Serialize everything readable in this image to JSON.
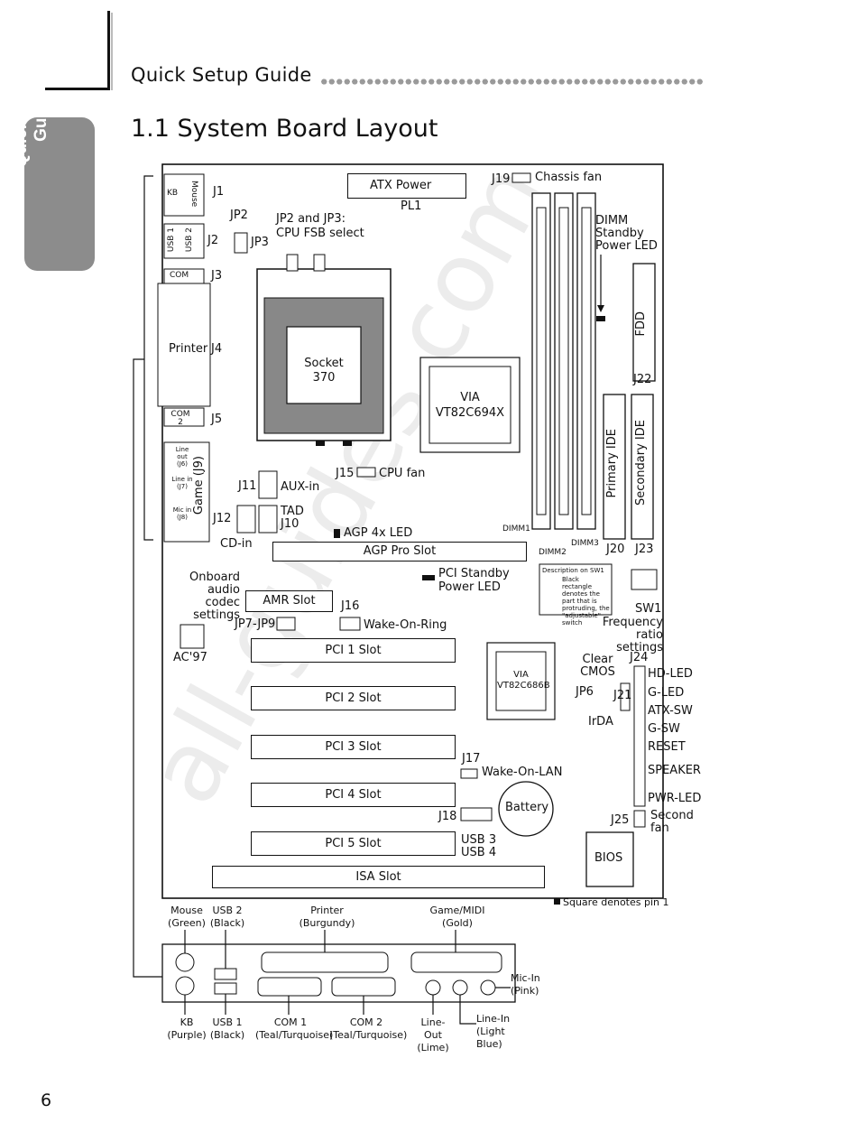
{
  "header": {
    "section": "Quick Setup Guide",
    "title": "1.1  System Board Layout",
    "side_tab": [
      "Quick Setup",
      "Guide"
    ],
    "page_number": "6",
    "watermark": "all-guides.com"
  },
  "board": {
    "atx_power": "ATX Power",
    "pl1": "PL1",
    "j19": "J19",
    "chassis_fan": "Chassis fan",
    "kb": "KB",
    "mouse": "Mouse",
    "j1": "J1",
    "usb1": "USB 1",
    "usb2": "USB 2",
    "j2": "J2",
    "jp2": "JP2",
    "jp3": "JP3",
    "jp2_jp3": "JP2 and JP3:",
    "cpu_fsb": "CPU FSB select",
    "com": "COM",
    "j3": "J3",
    "printer": "Printer",
    "j4": "J4",
    "com2": "COM 2",
    "j5": "J5",
    "socket": "Socket 370",
    "via1": "VIA VT82C694X",
    "dimm_led": "DIMM Standby Power LED",
    "fdd": "FDD",
    "j22": "J22",
    "lineout": "Line out (J6)",
    "linein": "Line in (J7)",
    "mic": "Mic in (J8)",
    "game": "Game (J9)",
    "j11": "J11",
    "auxin": "AUX-in",
    "j15": "J15",
    "cpufan": "CPU fan",
    "j12": "J12",
    "tad": "TAD",
    "j10": "J10",
    "cdin": "CD-in",
    "agp_led": "AGP 4x LED",
    "agp_slot": "AGP Pro Slot",
    "primary_ide": "Primary IDE",
    "secondary_ide": "Secondary IDE",
    "dimm1": "DIMM1",
    "dimm2": "DIMM2",
    "dimm3": "DIMM3",
    "j20": "J20",
    "j23": "J23",
    "onboard": "Onboard audio codec settings",
    "amr": "AMR Slot",
    "pci_led": "PCI Standby Power LED",
    "j16": "J16",
    "wor": "Wake-On-Ring",
    "jp79": "JP7-JP9",
    "ac97": "AC'97",
    "sw1_desc": "Description on SW1",
    "sw1_note": "Black rectangle denotes the part that is protruding, the \"adjustable\" switch",
    "sw1": "SW1",
    "freq": "Frequency ratio settings",
    "pci1": "PCI 1 Slot",
    "pci2": "PCI 2 Slot",
    "pci3": "PCI 3 Slot",
    "pci4": "PCI 4 Slot",
    "pci5": "PCI 5 Slot",
    "isa": "ISA Slot",
    "via2": "VIA VT82C686B",
    "clear_cmos": "Clear CMOS",
    "jp6": "JP6",
    "j21": "J21",
    "irda": "IrDA",
    "j24": "J24",
    "hdled": "HD-LED",
    "gled": "G-LED",
    "atxsw": "ATX-SW",
    "gsw": "G-SW",
    "reset": "RESET",
    "speaker": "SPEAKER",
    "pwrled": "PWR-LED",
    "j17": "J17",
    "wol": "Wake-On-LAN",
    "j18": "J18",
    "battery": "Battery",
    "usb34": "USB 3 USB 4",
    "j25": "J25",
    "second_fan": "Second fan",
    "bios": "BIOS",
    "pin1": "Square denotes pin 1"
  },
  "rear": {
    "mouse": "Mouse (Green)",
    "usb2": "USB 2 (Black)",
    "printer": "Printer (Burgundy)",
    "game": "Game/MIDI (Gold)",
    "kb": "KB (Purple)",
    "usb1": "USB 1 (Black)",
    "com1": "COM 1 (Teal/Turquoise)",
    "com2": "COM 2 (Teal/Turquoise)",
    "lineout": "Line-Out (Lime)",
    "linein": "Line-In (Light Blue)",
    "micin": "Mic-In (Pink)"
  }
}
